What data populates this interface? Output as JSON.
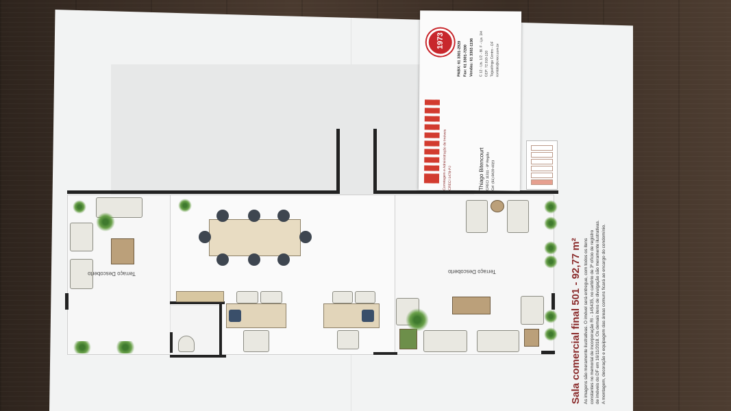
{
  "plan": {
    "title": "Sala comercial final 501 - 92,77 m²",
    "notes": [
      "As imagens são meramente ilustrativas. O imóvel será entregue, com todos os itens",
      "constantes no memorial de incorporação RI - 145435, no cartório de 3º ofício de registro",
      "de imóveis do DF em 16/11/2018. Os demais itens de divulgação são meramente ilustrativas.",
      "A montagem, decoração e equipagem das áreas comuns ficará ao encargo do condomínio."
    ],
    "terrace_left_label": "Terraço Descoberto",
    "terrace_right_label": "Terraço Descoberto"
  },
  "card": {
    "year": "1973",
    "phones": [
      "PABX: 61 3301-2929",
      "Fax: 61 3301-7200",
      "Vendas: 61 3302-1196"
    ],
    "address": [
      "C 12 - Lts. 1/2 - Bl. F - Lja. 3/4",
      "CEP: 72.010-120",
      "Taguatinga Centro - DF"
    ],
    "email": "contato@creci.com.br",
    "company": "Corretagem e Administração de Imóveis",
    "creci": "CRECI 1478-PJ",
    "agent_name": "Thiago Bitencourt",
    "agent_creci": "CRECI 11311 - 8ª Região",
    "agent_phone": "Cel: (61) 8420-4023"
  },
  "colors": {
    "accent": "#c8272c",
    "title": "#8a2b2b",
    "wall": "#222222"
  }
}
